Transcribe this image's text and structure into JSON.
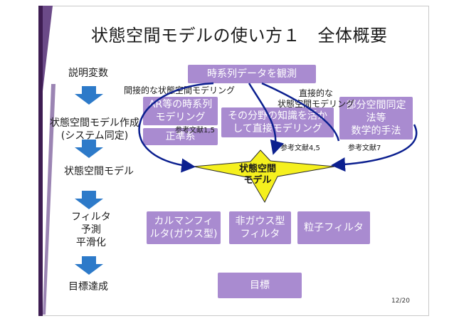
{
  "title": "状態空間モデルの使い方１　全体概要",
  "left_labels": {
    "explanatory": "説明変数",
    "build_line1": "状態空間モデル作成",
    "build_line2": "(システム同定)",
    "model": "状態空間モデル",
    "filter_line1": "フィルタ",
    "filter_line2": "予測",
    "filter_line3": "平滑化",
    "goal": "目標達成"
  },
  "boxes": {
    "observe": "時系列データを観測",
    "ar_line1": "AR等の時系列",
    "ar_line2": "モデリング",
    "canonical": "正準系",
    "domain_line1": "その分野の知識を活か",
    "domain_line2": "して直接モデリング",
    "subspace_line1": "部分空間同定",
    "subspace_line2": "法等",
    "subspace_line3": "数学的手法",
    "kalman_line1": "カルマンフィ",
    "kalman_line2": "ルタ(ガウス型)",
    "nongauss_line1": "非ガウス型",
    "nongauss_line2": "フィルタ",
    "particle": "粒子フィルタ",
    "goal": "目標"
  },
  "labels": {
    "indirect": "間接的な状態空間モデリング",
    "direct_line1": "直接的な",
    "direct_line2": "状態空間モデリング",
    "ref15": "参考文献1,5",
    "ref45": "参考文献4,5",
    "ref7": "参考文献7"
  },
  "star": {
    "line1": "状態空間",
    "line2": "モデル"
  },
  "page_number": "12/20",
  "colors": {
    "box_fill": "#a98bd0",
    "arrow_blue": "#2d7ac9",
    "curve_navy": "#0b1f8f",
    "star_fill": "#f5f01e",
    "accent_bar": "#3e1d52"
  }
}
